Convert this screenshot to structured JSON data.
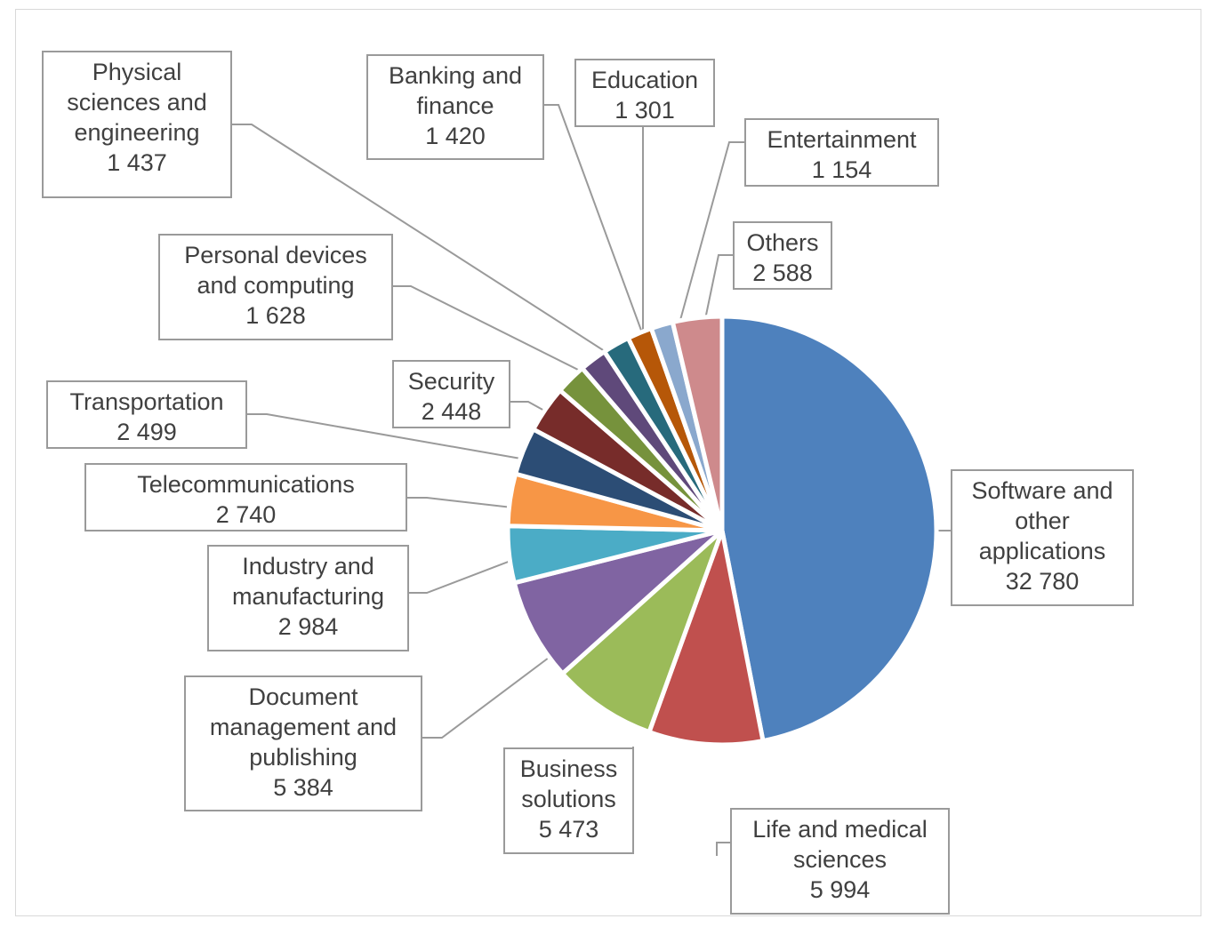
{
  "chart_data": {
    "type": "pie",
    "title": "",
    "legend_position": "none",
    "labels_show_value": true,
    "total": 69830,
    "start_angle_deg": 0,
    "direction": "clockwise",
    "categories": [
      "Software and other applications",
      "Life and medical sciences",
      "Business solutions",
      "Document management and publishing",
      "Industry and manufacturing",
      "Telecommunications",
      "Transportation",
      "Security",
      "Personal devices and computing",
      "Physical sciences and engineering",
      "Banking and finance",
      "Education",
      "Entertainment",
      "Others"
    ],
    "values": [
      32780,
      5994,
      5473,
      5384,
      2984,
      2740,
      2499,
      2448,
      1628,
      1437,
      1420,
      1301,
      1154,
      2588
    ],
    "value_labels": [
      "32 780",
      "5 994",
      "5 473",
      "5 384",
      "2 984",
      "2 740",
      "2 499",
      "2 448",
      "1 628",
      "1 437",
      "1 420",
      "1 301",
      "1 154",
      "2 588"
    ],
    "colors": [
      "#4e81bd",
      "#c0504e",
      "#9bbb59",
      "#8064a2",
      "#4bacc6",
      "#f79646",
      "#2c4d75",
      "#772c2a",
      "#76923c",
      "#5f497a",
      "#276a7c",
      "#b65708",
      "#8aa8cd",
      "#ce8a8c"
    ],
    "slice_gap": true,
    "slice_explode": false
  },
  "labels": {
    "software": {
      "name": "Software and\nother\napplications",
      "value": "32 780",
      "text": "Software and\nother\napplications\n32 780"
    },
    "life_medical": {
      "name": "Life and medical\nsciences",
      "value": "5 994",
      "text": "Life and medical\nsciences\n5 994"
    },
    "business": {
      "name": "Business\nsolutions",
      "value": "5 473",
      "text": "Business\nsolutions\n5 473"
    },
    "document": {
      "name": "Document\nmanagement and\npublishing",
      "value": "5 384",
      "text": "Document\nmanagement and\npublishing\n5 384"
    },
    "industry": {
      "name": "Industry and\nmanufacturing",
      "value": "2 984",
      "text": "Industry and\nmanufacturing\n2 984"
    },
    "telecom": {
      "name": "Telecommunications",
      "value": "2 740",
      "text": "Telecommunications\n2 740"
    },
    "transportation": {
      "name": "Transportation",
      "value": "2 499",
      "text": "Transportation\n2 499"
    },
    "security": {
      "name": "Security",
      "value": "2 448",
      "text": "Security\n2 448"
    },
    "personal_devices": {
      "name": "Personal devices\nand computing",
      "value": "1 628",
      "text": "Personal devices\nand computing\n1 628"
    },
    "physical_sciences": {
      "name": "Physical\nsciences and\nengineering",
      "value": "1 437",
      "text": "Physical\nsciences and\nengineering\n1 437"
    },
    "banking": {
      "name": "Banking and\nfinance",
      "value": "1 420",
      "text": "Banking and\nfinance\n1 420"
    },
    "education": {
      "name": "Education",
      "value": "1 301",
      "text": "Education\n1 301"
    },
    "entertainment": {
      "name": "Entertainment",
      "value": "1 154",
      "text": "Entertainment\n1 154"
    },
    "others": {
      "name": "Others",
      "value": "2 588",
      "text": "Others\n2 588"
    }
  },
  "style": {
    "frame_border": "#d9d9d9",
    "label_border": "#9a9a9a",
    "label_text": "#404040",
    "leader_line": "#9a9a9a",
    "background": "#ffffff"
  }
}
